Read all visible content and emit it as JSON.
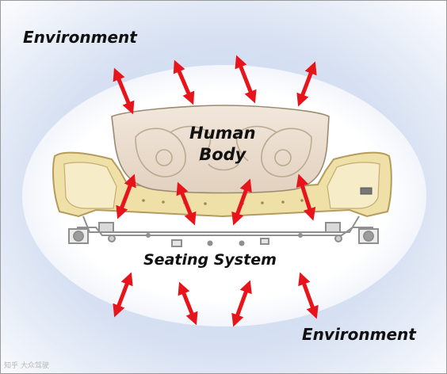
{
  "labels": {
    "environment_top": "Environment",
    "human_body_line1": "Human",
    "human_body_line2": "Body",
    "seating_system": "Seating System",
    "environment_bottom": "Environment"
  },
  "watermark": "知乎 大众驾驶",
  "colors": {
    "background_glow": "#a9bde0",
    "ellipse": "#ffffff",
    "arrow": "#e8141b",
    "body": "#e9dccd",
    "foam": "#efe0a8",
    "frame": "#8f8f8f"
  },
  "icons": [
    "double-arrow-icon",
    "seat-cushion-icon",
    "seat-frame-icon",
    "pelvis-icon"
  ]
}
